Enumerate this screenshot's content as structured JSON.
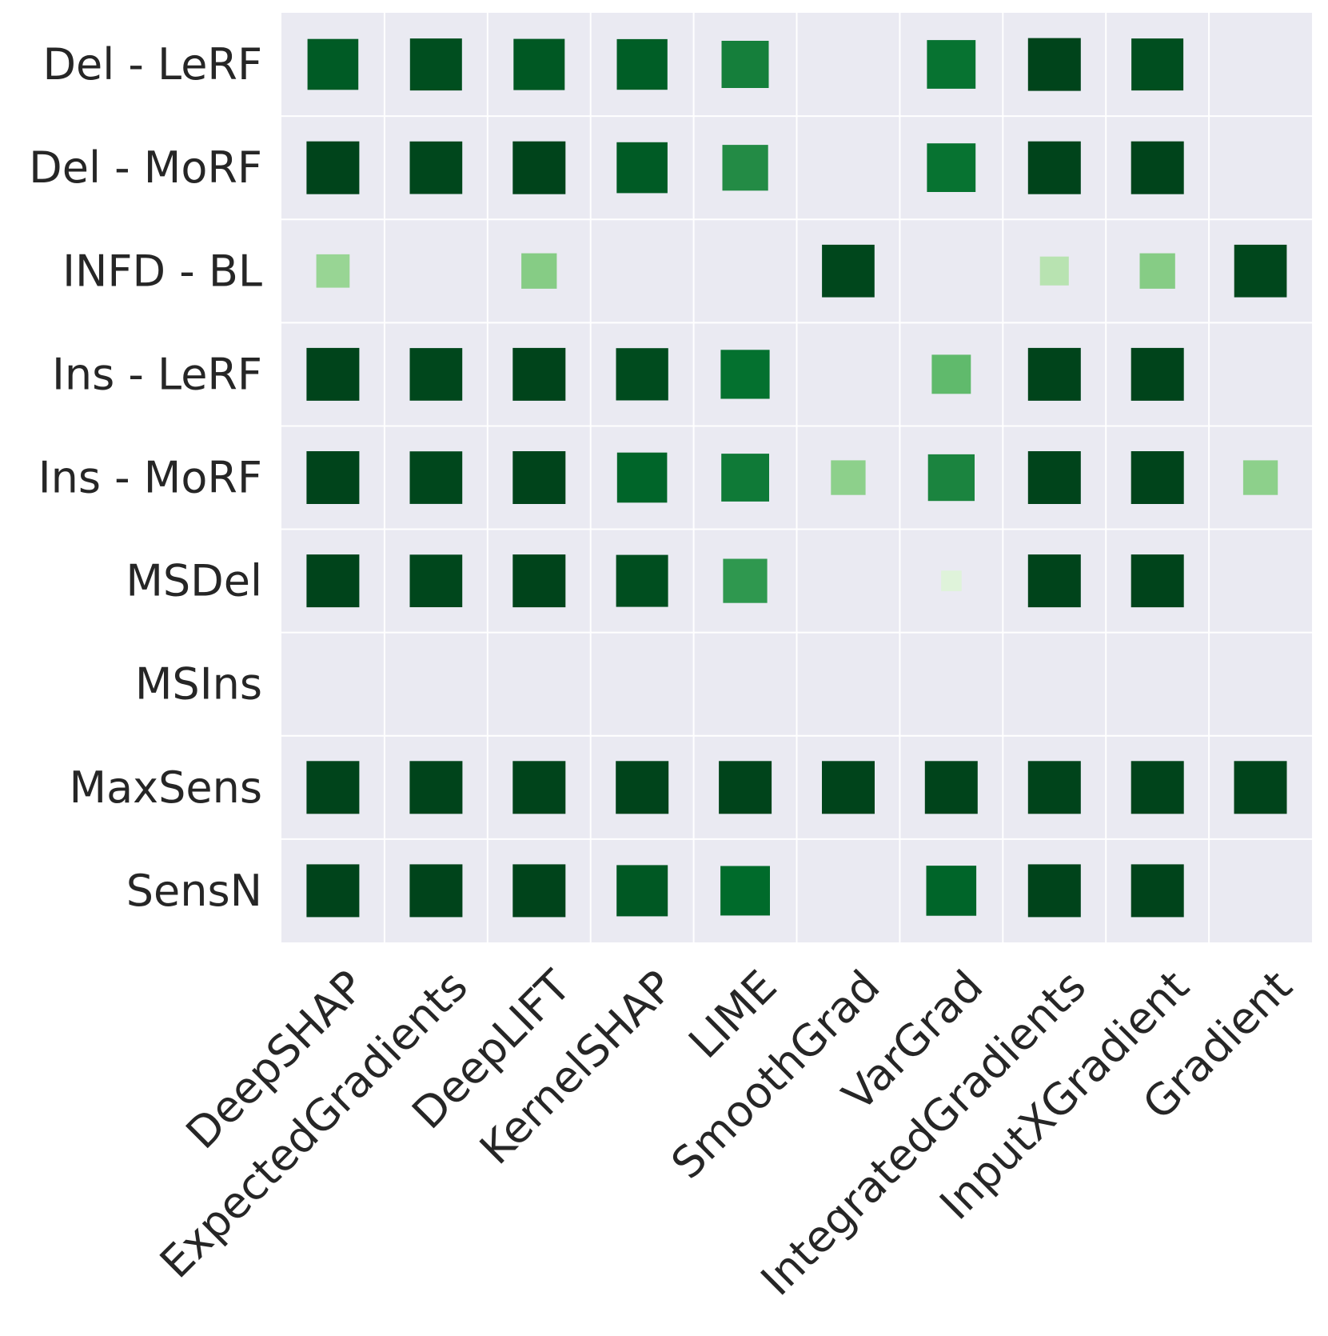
{
  "chart_data": {
    "type": "heatmap",
    "title": "",
    "xlabel": "",
    "ylabel": "",
    "x": [
      "DeepSHAP",
      "ExpectedGradients",
      "DeepLIFT",
      "KernelSHAP",
      "LIME",
      "SmoothGrad",
      "VarGrad",
      "IntegratedGradients",
      "InputXGradient",
      "Gradient"
    ],
    "y": [
      "Del - LeRF",
      "Del - MoRF",
      "INFD - BL",
      "Ins - LeRF",
      "Ins - MoRF",
      "MSDel",
      "MSIns",
      "MaxSens",
      "SensN"
    ],
    "values": [
      [
        0.93,
        0.97,
        0.94,
        0.92,
        0.8,
        0.0,
        0.85,
        1.0,
        0.97,
        0.0
      ],
      [
        1.0,
        0.99,
        1.0,
        0.93,
        0.75,
        0.0,
        0.85,
        1.0,
        1.0,
        0.0
      ],
      [
        0.4,
        0.0,
        0.45,
        0.0,
        0.0,
        0.99,
        0.0,
        0.3,
        0.45,
        0.99
      ],
      [
        1.0,
        0.99,
        1.0,
        0.98,
        0.86,
        0.0,
        0.55,
        1.0,
        1.0,
        0.0
      ],
      [
        1.0,
        0.99,
        1.0,
        0.9,
        0.82,
        0.43,
        0.78,
        1.0,
        1.0,
        0.43
      ],
      [
        1.0,
        0.99,
        1.0,
        0.97,
        0.7,
        0.0,
        0.15,
        1.0,
        1.0,
        0.0
      ],
      [
        0.0,
        0.0,
        0.0,
        0.0,
        0.0,
        0.0,
        0.0,
        0.0,
        0.0,
        0.0
      ],
      [
        1.0,
        1.0,
        1.0,
        1.0,
        1.0,
        1.0,
        1.0,
        1.0,
        1.0,
        1.0
      ],
      [
        1.0,
        1.0,
        1.0,
        0.94,
        0.88,
        0.0,
        0.9,
        1.0,
        1.0,
        0.0
      ]
    ],
    "vmin": 0,
    "vmax": 1,
    "colormap": "Greens",
    "marker_size_encodes_value": true,
    "grid": true,
    "colors": {
      "background": "#eaeaf2",
      "grid": "#ffffff",
      "text": "#262626"
    }
  }
}
